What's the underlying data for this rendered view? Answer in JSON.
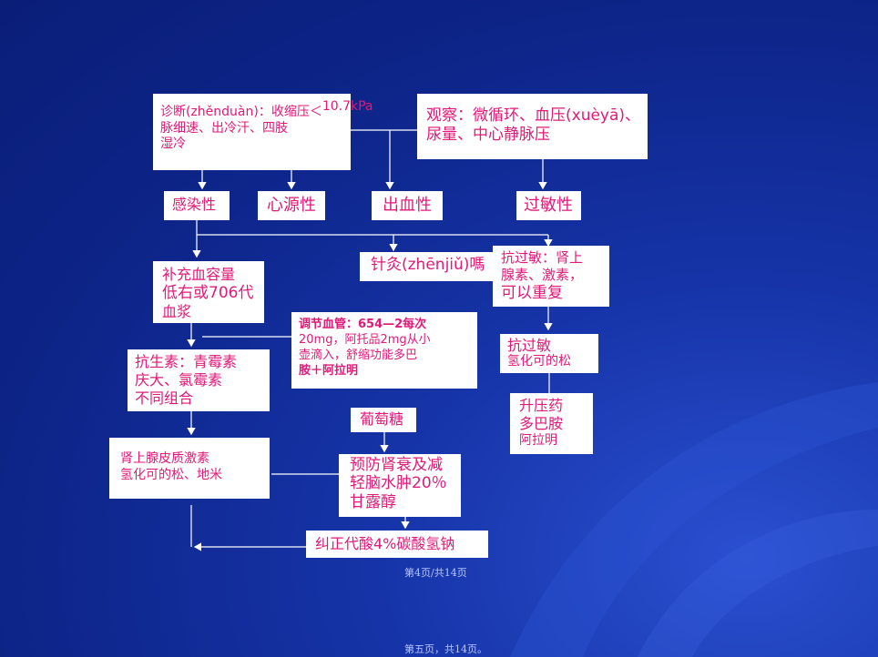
{
  "diagnosis": {
    "line1": "诊断(zhěnduàn)：收缩压＜",
    "pressure": "10.7kPa",
    "line2": "脉细速、出冷汗、四肢",
    "line3": "湿冷"
  },
  "observe": {
    "line1": "观察：微循环、血压(xuèyā)、",
    "line2": "尿量、中心静脉压"
  },
  "types": {
    "infection": "感染性",
    "cardiogenic": "心源性",
    "hemorrhagic": "出血性",
    "allergic": "过敏性"
  },
  "acupuncture": "针灸(zhēnjiǔ)嗎",
  "anti_allergy_box": {
    "line1": "抗过敏：肾上",
    "line2": "腺素、激素，",
    "line3": "可以重复"
  },
  "supplement": {
    "line1": "补充血容量",
    "line2": "低右或706代",
    "line3": "血浆"
  },
  "vessel": {
    "line1": "调节血管：654—2每次",
    "line2": "20mg，阿托品2mg从小",
    "line3": "壶滴入，舒缩功能多巴",
    "line4": "胺＋阿拉明"
  },
  "antibiotic": {
    "line1": "抗生素：青霉素",
    "line2": "庆大、氯霉素",
    "line3": "不同组合"
  },
  "anti_allergy2": {
    "line1": "抗过敏",
    "line2": "氢化可的松"
  },
  "pressor": {
    "line1": "升压药",
    "line2": "多巴胺",
    "line3": "阿拉明"
  },
  "glucose": "葡萄糖",
  "adrenal": {
    "line1": "肾上腺皮质激素",
    "line2": "氢化可的松、地米"
  },
  "prevent": {
    "line1": "预防肾衰及减",
    "line2": "轻脑水肿20％",
    "line3": "甘露醇"
  },
  "acidosis": "纠正代酸4%碳酸氢钠",
  "footer": {
    "page_inner": "第4页/共14页",
    "page_outer": "第五页，共14页。"
  },
  "colors": {
    "text": "#e01a78",
    "box": "#ffffff",
    "background": "#0d2488"
  }
}
